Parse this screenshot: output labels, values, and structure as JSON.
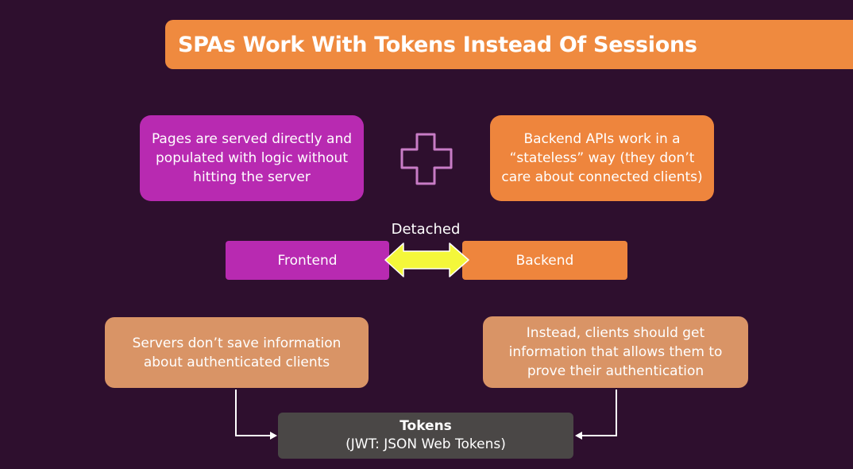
{
  "title": "SPAs Work With Tokens Instead Of Sessions",
  "boxes": {
    "pages": "Pages are served directly and populated with logic without hitting the server",
    "backend_apis": "Backend APIs work in a “stateless” way (they don’t care about connected clients)",
    "frontend": "Frontend",
    "backend": "Backend",
    "servers": "Servers don’t save information about authenticated clients",
    "instead": "Instead, clients should get information that allows them to prove their authentication",
    "tokens_title": "Tokens",
    "tokens_subtitle": "(JWT: JSON Web Tokens)"
  },
  "connector_label": "Detached",
  "icons": {
    "plus": "plus-icon",
    "arrow": "double-arrow-icon"
  },
  "colors": {
    "background": "#2e0f2e",
    "orange": "#ee853d",
    "purple": "#b82ab1",
    "tan": "#d99466",
    "dark": "#4a4746",
    "arrow_fill": "#f4f73a"
  }
}
